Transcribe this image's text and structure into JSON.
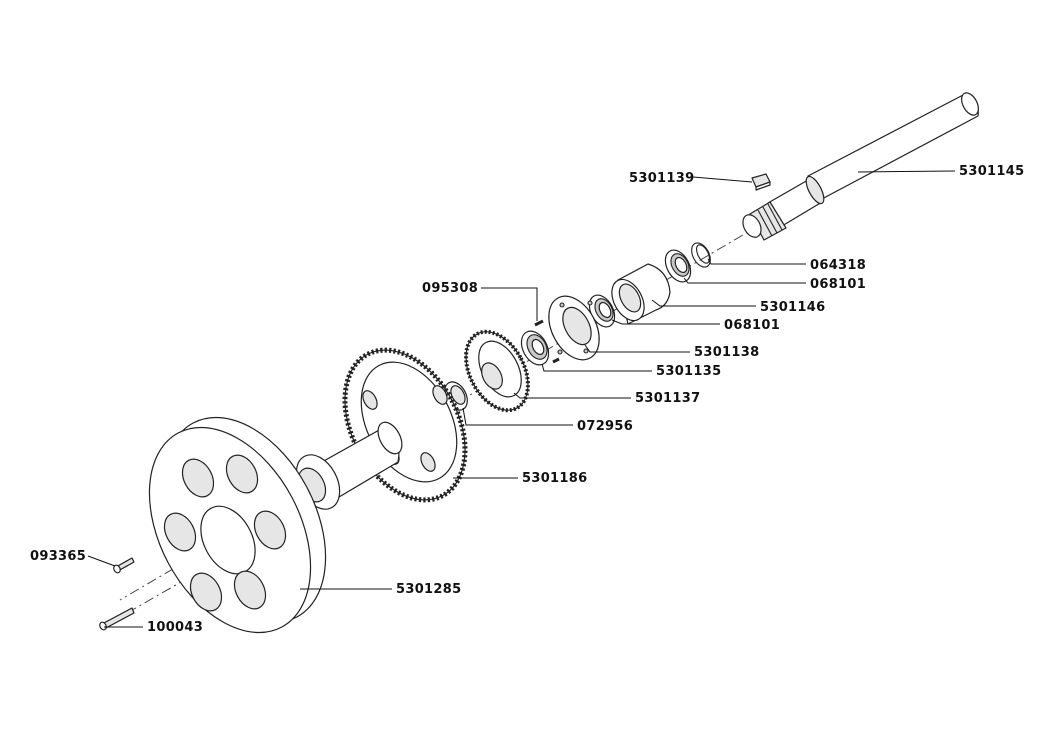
{
  "labels": {
    "5301139": "5301139",
    "5301145": "5301145",
    "064318": "064318",
    "095308": "095308",
    "068101_a": "068101",
    "5301146": "5301146",
    "068101_b": "068101",
    "5301138": "5301138",
    "5301135": "5301135",
    "5301137": "5301137",
    "072956": "072956",
    "5301186": "5301186",
    "093365": "093365",
    "5301285": "5301285",
    "100043": "100043"
  }
}
